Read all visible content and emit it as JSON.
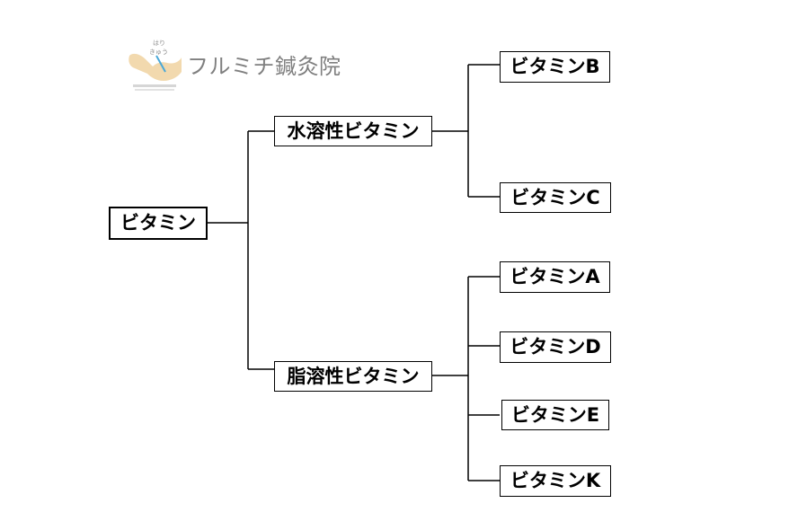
{
  "logo": {
    "mark_text": "はり きゅう",
    "name": "フルミチ鍼灸院",
    "mark_colors": {
      "hand": "#f2d9ae",
      "needle": "#4aa8d8",
      "text": "#b9b9b9"
    }
  },
  "tree": {
    "root": "ビタミン",
    "water_soluble": {
      "label": "水溶性ビタミン",
      "children": [
        "ビタミンB",
        "ビタミンC"
      ]
    },
    "fat_soluble": {
      "label": "脂溶性ビタミン",
      "children": [
        "ビタミンA",
        "ビタミンD",
        "ビタミンE",
        "ビタミンK"
      ]
    }
  }
}
